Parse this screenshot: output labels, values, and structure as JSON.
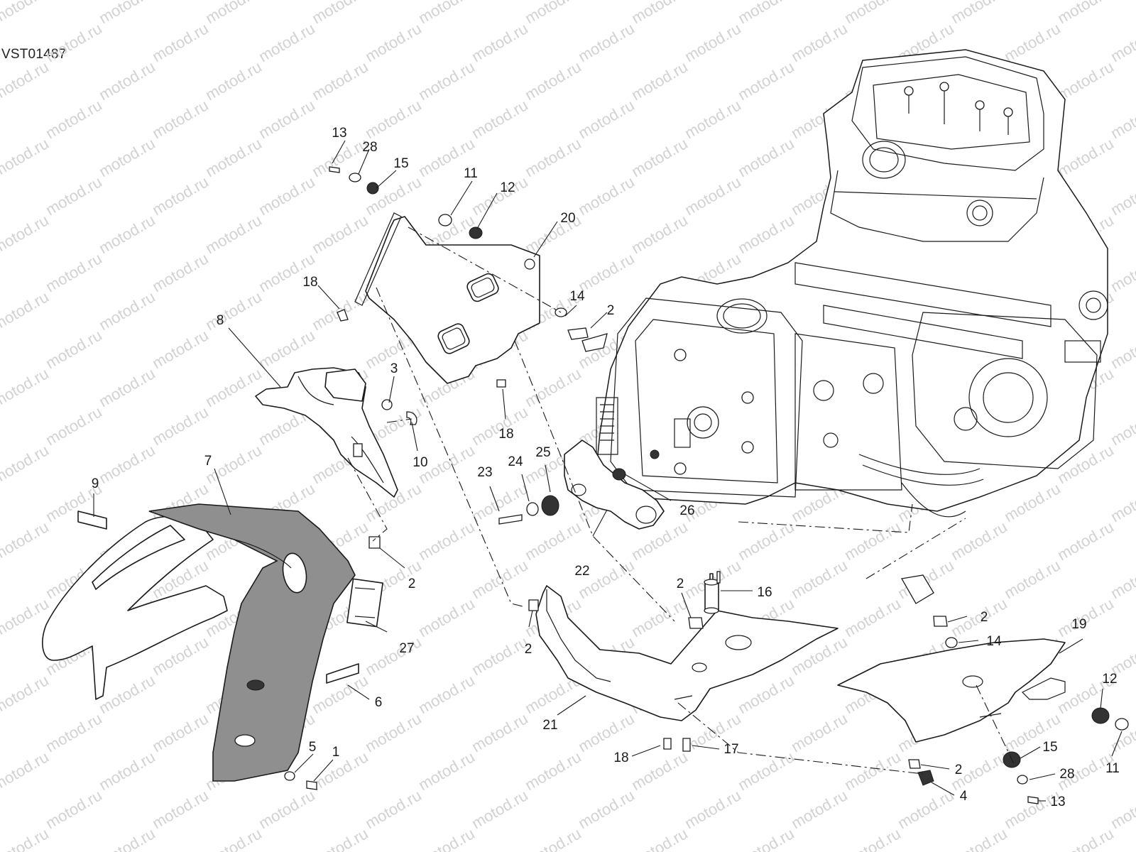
{
  "drawing_code": "VST01487",
  "watermark": "motod.ru",
  "callouts": [
    {
      "id": "c13a",
      "text": "13"
    },
    {
      "id": "c28a",
      "text": "28"
    },
    {
      "id": "c15a",
      "text": "15"
    },
    {
      "id": "c11a",
      "text": "11"
    },
    {
      "id": "c12a",
      "text": "12"
    },
    {
      "id": "c20",
      "text": "20"
    },
    {
      "id": "c18a",
      "text": "18"
    },
    {
      "id": "c14a",
      "text": "14"
    },
    {
      "id": "c2a",
      "text": "2"
    },
    {
      "id": "c8",
      "text": "8"
    },
    {
      "id": "c3",
      "text": "3"
    },
    {
      "id": "c10",
      "text": "10"
    },
    {
      "id": "c18b",
      "text": "18"
    },
    {
      "id": "c7",
      "text": "7"
    },
    {
      "id": "c9",
      "text": "9"
    },
    {
      "id": "c23",
      "text": "23"
    },
    {
      "id": "c24",
      "text": "24"
    },
    {
      "id": "c25",
      "text": "25"
    },
    {
      "id": "c26",
      "text": "26"
    },
    {
      "id": "c22",
      "text": "22"
    },
    {
      "id": "c2b",
      "text": "2"
    },
    {
      "id": "c27",
      "text": "27"
    },
    {
      "id": "c16",
      "text": "16"
    },
    {
      "id": "c2c",
      "text": "2"
    },
    {
      "id": "c2d",
      "text": "2"
    },
    {
      "id": "c6",
      "text": "6"
    },
    {
      "id": "c2e",
      "text": "2"
    },
    {
      "id": "c14b",
      "text": "14"
    },
    {
      "id": "c19",
      "text": "19"
    },
    {
      "id": "c12b",
      "text": "12"
    },
    {
      "id": "c21",
      "text": "21"
    },
    {
      "id": "c5",
      "text": "5"
    },
    {
      "id": "c1",
      "text": "1"
    },
    {
      "id": "c18c",
      "text": "18"
    },
    {
      "id": "c17",
      "text": "17"
    },
    {
      "id": "c15b",
      "text": "15"
    },
    {
      "id": "c28b",
      "text": "28"
    },
    {
      "id": "c2f",
      "text": "2"
    },
    {
      "id": "c11b",
      "text": "11"
    },
    {
      "id": "c4",
      "text": "4"
    },
    {
      "id": "c13b",
      "text": "13"
    }
  ]
}
